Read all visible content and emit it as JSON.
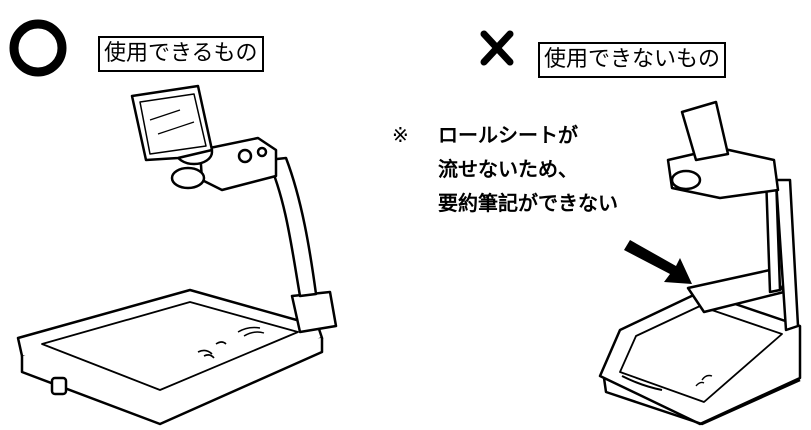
{
  "left": {
    "symbol": "circle-mark",
    "label": "使用できるもの"
  },
  "right": {
    "symbol": "cross-mark",
    "label": "使用できないもの",
    "note": {
      "mark": "※",
      "lines": [
        "ロールシートが",
        "流せないため、",
        "要約筆記ができない"
      ]
    }
  },
  "colors": {
    "ink": "#000000",
    "paper": "#ffffff"
  }
}
